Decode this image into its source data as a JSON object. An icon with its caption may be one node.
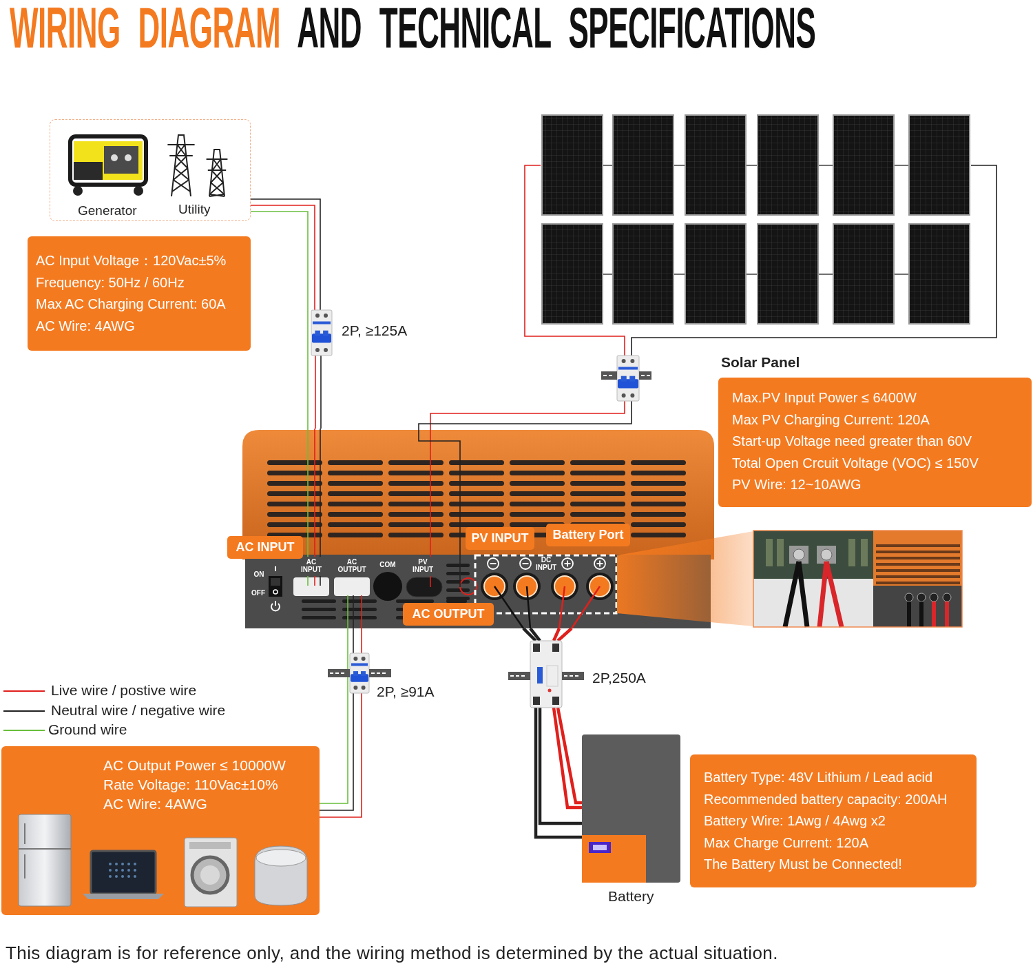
{
  "diagram": {
    "title": "*WIRING DIAGRAM* AND TECHNICAL SPECIFICATIONS",
    "caption": "This diagram is for reference only, and the wiring method is determined by the actual situation.",
    "nodes": [
      {
        "text": [
          "Generator",
          "Utility"
        ]
      },
      {
        "text": [
          "AC Input Voltage：120Vac±5%",
          "Frequency: 50Hz / 60Hz",
          "Max AC Charging Current: 60A",
          "AC Wire: 4AWG"
        ]
      },
      {
        "text": [
          "Solar Panel"
        ]
      },
      {
        "text": [
          "Max.PV Input Power ≤ 6400W",
          "Max PV Charging Current: 120A",
          "Start-up Voltage need greater than 60V",
          "Total Open Crcuit Voltage (VOC) ≤ 150V",
          "PV Wire: 12~10AWG"
        ]
      },
      {
        "text": [],
        "shape": "picture",
        "beside": [
          "2P, ≥125A"
        ]
      },
      {
        "text": [],
        "shape": "picture"
      },
      {
        "text": [
          "AC INPUT",
          "PV INPUT",
          "Battery Port",
          "AC OUTPUT"
        ]
      },
      {
        "text": [],
        "shape": "picture"
      },
      {
        "text": [],
        "shape": "picture",
        "beside": [
          "2P, ≥91A"
        ]
      },
      {
        "text": [],
        "shape": "picture",
        "beside": [
          "2P,250A"
        ]
      },
      {
        "text": [
          "AC Output Power ≤ 10000W",
          "Rate Voltage: 110Vac±10%",
          "AC Wire: 4AWG"
        ]
      },
      {
        "text": [],
        "shape": "picture",
        "beside": [
          "Battery"
        ]
      },
      {
        "text": [
          "Battery Type: 48V Lithium / Lead acid",
          "Recommended battery capacity: 200AH",
          "Battery Wire: 1Awg / 4Awg x2",
          "Max Charge Current: 120A",
          "The Battery Must be Connected!"
        ]
      }
    ],
    "edges": [
      {
        "from": 0,
        "to": 4,
        "arrow": "none"
      },
      {
        "from": 0,
        "to": 4,
        "arrow": "none",
        "color": "#e0201c"
      },
      {
        "from": 0,
        "to": 6,
        "arrow": "none",
        "color": "#6abf3c"
      },
      {
        "from": 4,
        "to": 6,
        "arrow": "none"
      },
      {
        "from": 4,
        "to": 6,
        "arrow": "none",
        "color": "#e0201c"
      },
      {
        "from": 2,
        "to": 5,
        "arrow": "none",
        "color": "#e0201c"
      },
      {
        "from": 2,
        "to": 5,
        "arrow": "none"
      },
      {
        "from": 5,
        "to": 6,
        "arrow": "none",
        "color": "#e0201c"
      },
      {
        "from": 5,
        "to": 6,
        "arrow": "none"
      },
      {
        "from": 6,
        "to": 8,
        "arrow": "none"
      },
      {
        "from": 6,
        "to": 8,
        "arrow": "none",
        "color": "#e0201c"
      },
      {
        "from": 6,
        "to": 10,
        "arrow": "none",
        "color": "#6abf3c"
      },
      {
        "from": 8,
        "to": 10,
        "arrow": "none"
      },
      {
        "from": 8,
        "to": 10,
        "arrow": "none",
        "color": "#e0201c"
      },
      {
        "from": 6,
        "to": 9,
        "arrow": "none",
        "style": "thick"
      },
      {
        "from": 6,
        "to": 9,
        "arrow": "none",
        "style": "thick"
      },
      {
        "from": 6,
        "to": 9,
        "arrow": "none",
        "style": "thick",
        "color": "#e0201c"
      },
      {
        "from": 6,
        "to": 9,
        "arrow": "none",
        "style": "thick",
        "color": "#e0201c"
      },
      {
        "from": 9,
        "to": 11,
        "arrow": "none",
        "style": "thick"
      },
      {
        "from": 9,
        "to": 11,
        "arrow": "none",
        "style": "thick"
      },
      {
        "from": 9,
        "to": 11,
        "arrow": "none",
        "style": "thick",
        "color": "#e0201c"
      },
      {
        "from": 9,
        "to": 11,
        "arrow": "none",
        "style": "thick",
        "color": "#e0201c"
      }
    ],
    "labels": [
      "ON",
      "OFF",
      "AC INPUT",
      "AC OUTPUT",
      "COM",
      "PV INPUT",
      "DC INPUT"
    ],
    "legend": [
      {
        "text": "Live wire / postive wire"
      },
      {
        "text": "Neutral wire / negative wire"
      },
      {
        "text": "Ground wire"
      }
    ]
  }
}
